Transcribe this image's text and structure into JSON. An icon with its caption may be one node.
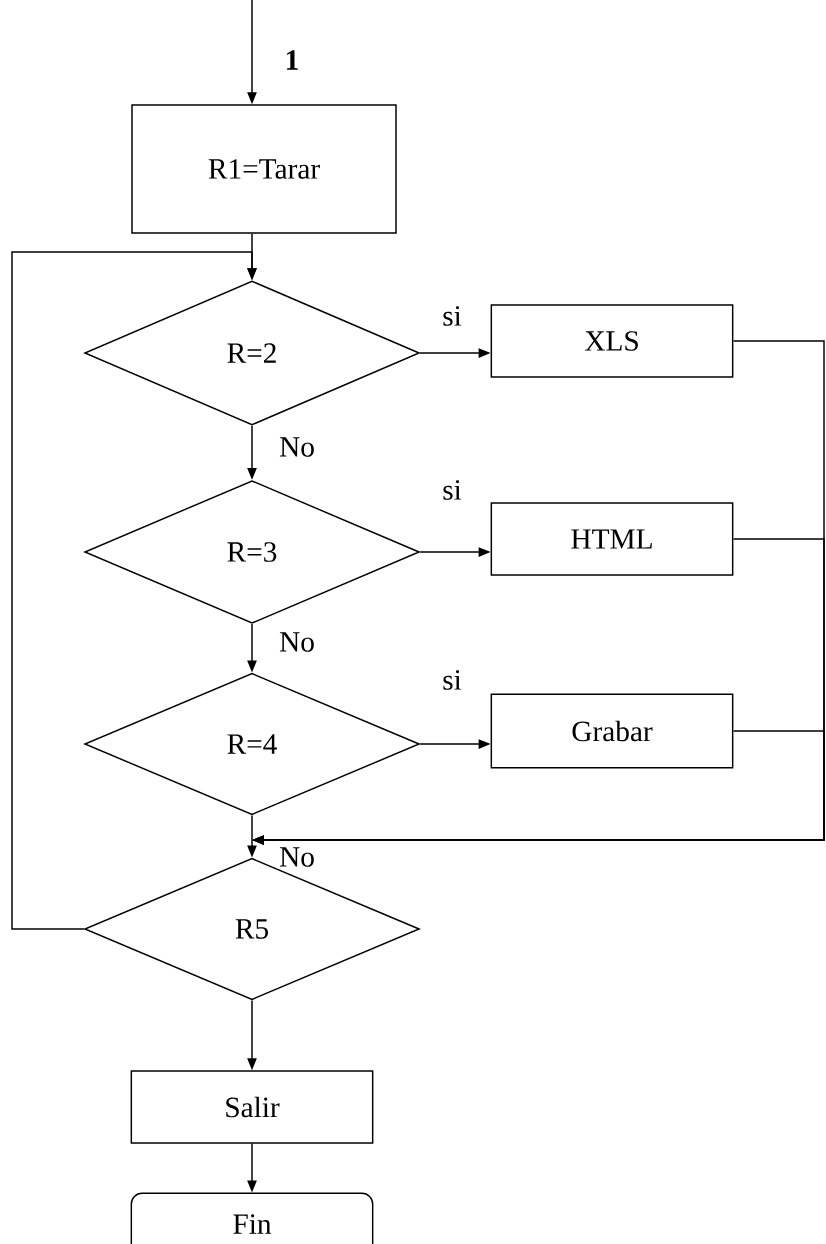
{
  "diagram": {
    "nodes": [
      {
        "text": [
          "R1=Tarar"
        ]
      },
      {
        "text": [
          "R=2"
        ]
      },
      {
        "text": [
          "XLS"
        ]
      },
      {
        "text": [
          "R=3"
        ]
      },
      {
        "text": [
          "HTML"
        ]
      },
      {
        "text": [
          "R=4"
        ]
      },
      {
        "text": [
          "Grabar"
        ]
      },
      {
        "text": [
          "R5"
        ]
      },
      {
        "text": [
          "Salir"
        ]
      },
      {
        "text": [
          "Fin"
        ]
      }
    ],
    "edges": [
      {
        "from": null,
        "to": 0,
        "arrow": "to",
        "label": "1"
      },
      {
        "from": 0,
        "to": 1,
        "arrow": "to"
      },
      {
        "from": 1,
        "to": 2,
        "arrow": "to",
        "label": "si"
      },
      {
        "from": 1,
        "to": 3,
        "arrow": "to",
        "label": "No"
      },
      {
        "from": 3,
        "to": 4,
        "arrow": "to",
        "label": "si"
      },
      {
        "from": 3,
        "to": 5,
        "arrow": "to",
        "label": "No"
      },
      {
        "from": 5,
        "to": 6,
        "arrow": "to",
        "label": "si"
      },
      {
        "from": 5,
        "to": 7,
        "arrow": "to",
        "label": "No"
      },
      {
        "from": 2,
        "to": 7,
        "arrow": "to"
      },
      {
        "from": 4,
        "to": 7,
        "arrow": "to"
      },
      {
        "from": 6,
        "to": 7,
        "arrow": "to"
      },
      {
        "from": 7,
        "to": 1,
        "arrow": "to"
      },
      {
        "from": 7,
        "to": 8,
        "arrow": "to"
      },
      {
        "from": 8,
        "to": 9,
        "arrow": "to"
      }
    ]
  }
}
